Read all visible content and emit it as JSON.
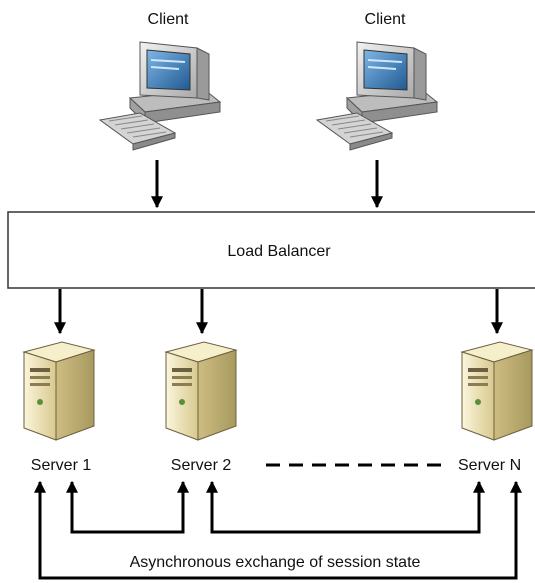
{
  "clients": {
    "left_label": "Client",
    "right_label": "Client"
  },
  "load_balancer": {
    "label": "Load Balancer"
  },
  "servers": {
    "server1_label": "Server 1",
    "server2_label": "Server 2",
    "serverN_label": "Server N"
  },
  "session_exchange": {
    "label": "Asynchronous exchange of session state"
  },
  "colors": {
    "line": "#000000",
    "box_border": "#333333",
    "monitor_body": "#cfcfcf",
    "screen": "#2a6ca8",
    "server_body": "#e8dcb0"
  }
}
